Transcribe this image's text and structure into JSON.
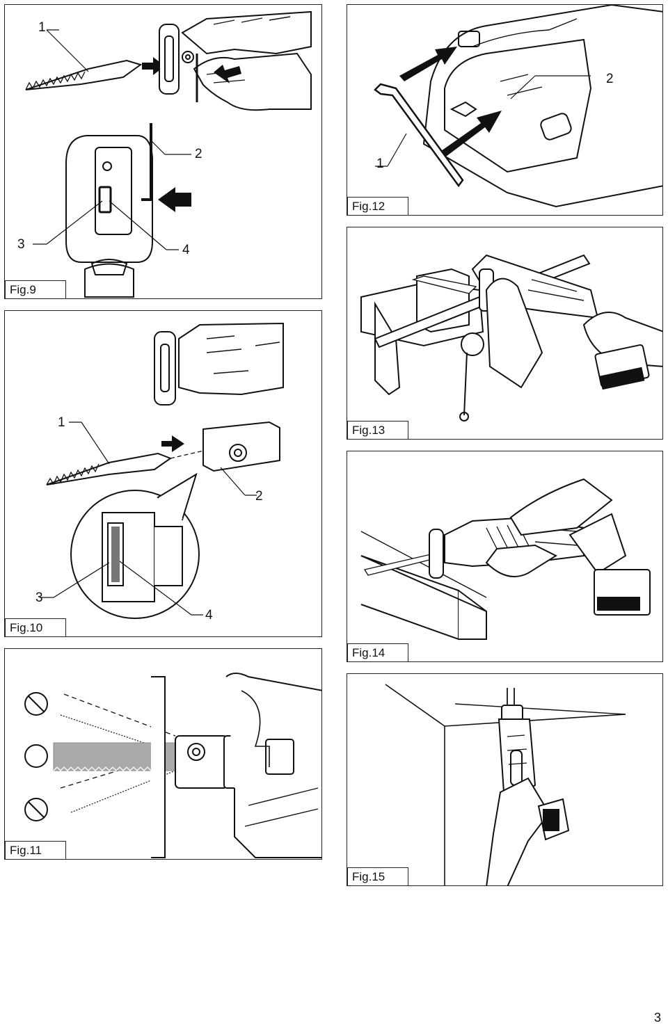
{
  "figures": {
    "fig9": {
      "label": "Fig.9",
      "callouts": [
        "1",
        "2",
        "3",
        "4"
      ]
    },
    "fig10": {
      "label": "Fig.10",
      "callouts": [
        "1",
        "2",
        "3",
        "4"
      ]
    },
    "fig11": {
      "label": "Fig.11"
    },
    "fig12": {
      "label": "Fig.12",
      "callouts": [
        "1",
        "2"
      ]
    },
    "fig13": {
      "label": "Fig.13"
    },
    "fig14": {
      "label": "Fig.14"
    },
    "fig15": {
      "label": "Fig.15"
    }
  },
  "page_number": "3"
}
